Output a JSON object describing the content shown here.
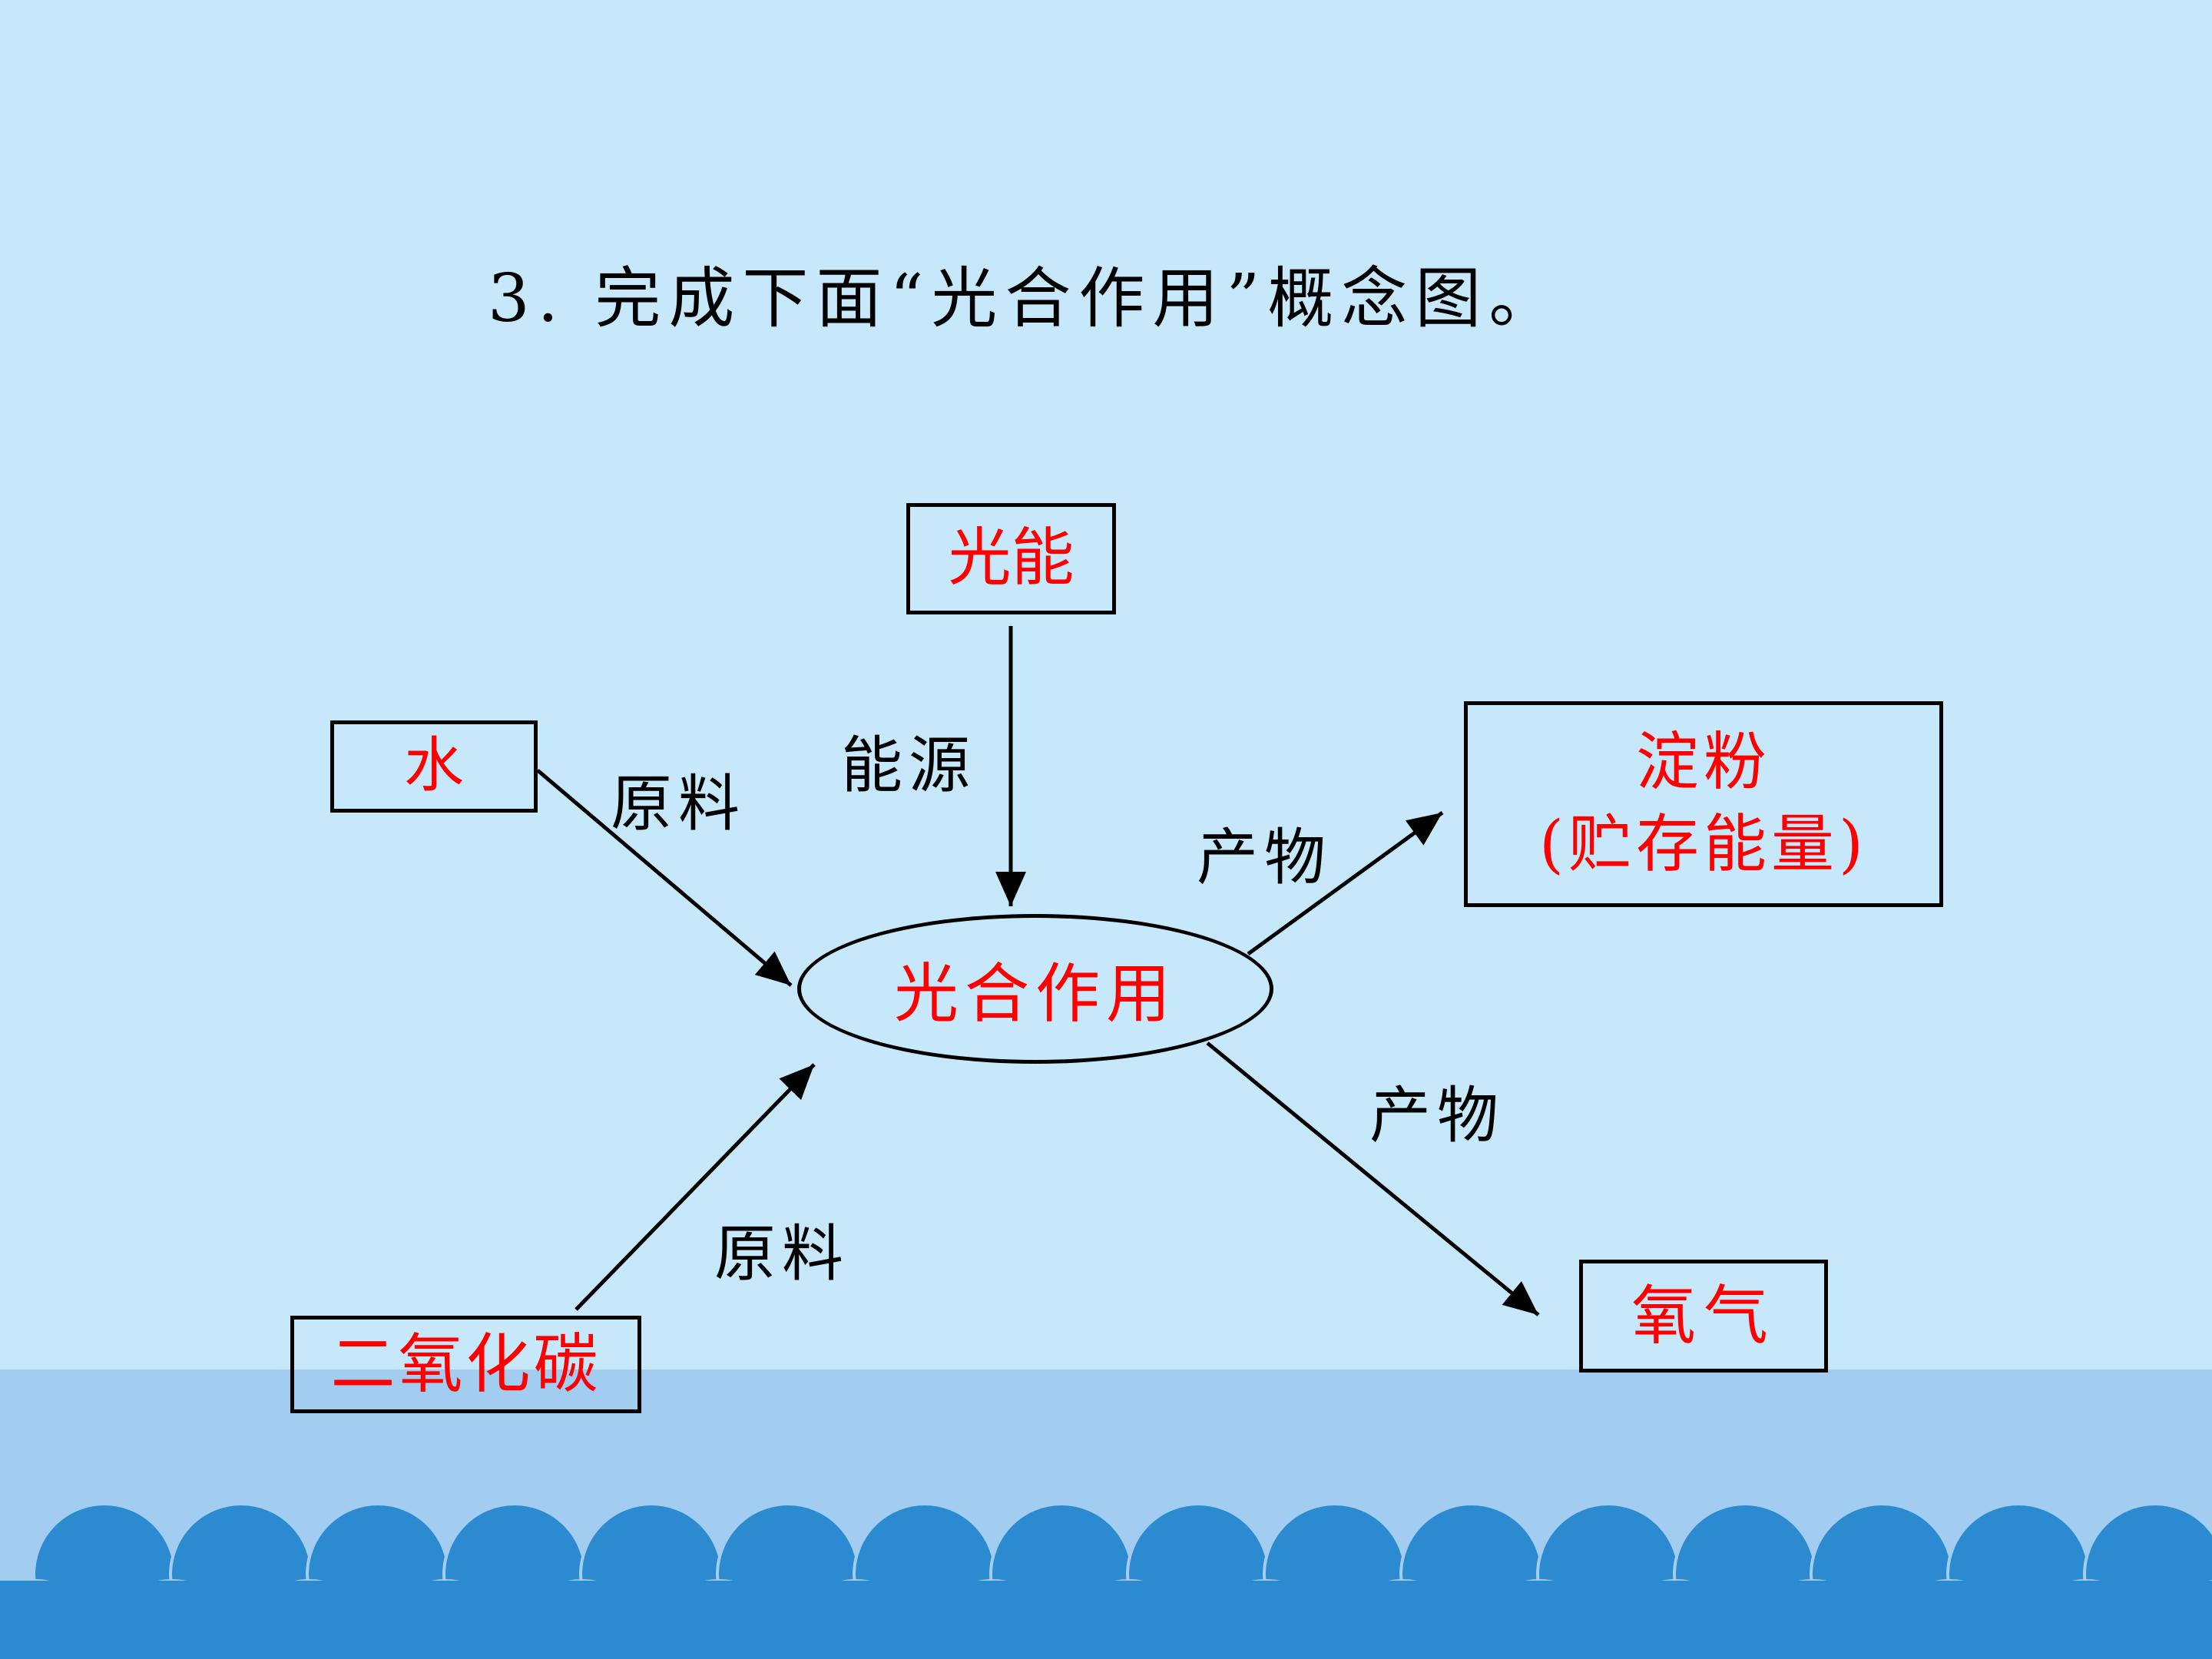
{
  "title": "3. 完成下面“光合作用”概念图。",
  "diagram": {
    "center": "光合作用",
    "nodes": {
      "light": "光能",
      "water": "水",
      "co2": "二氧化碳",
      "starch_line1": "淀粉",
      "starch_line2": "(贮存能量)",
      "oxygen": "氧气"
    },
    "edge_labels": {
      "energy": "能源",
      "material_water": "原料",
      "material_co2": "原料",
      "product_starch": "产物",
      "product_oxygen": "产物"
    }
  },
  "colors": {
    "background": "#c7e8fa",
    "answer_text": "#ff0000",
    "lines": "#000000",
    "water_band": "#a2cdf0",
    "waves": "#2b8ad0"
  }
}
